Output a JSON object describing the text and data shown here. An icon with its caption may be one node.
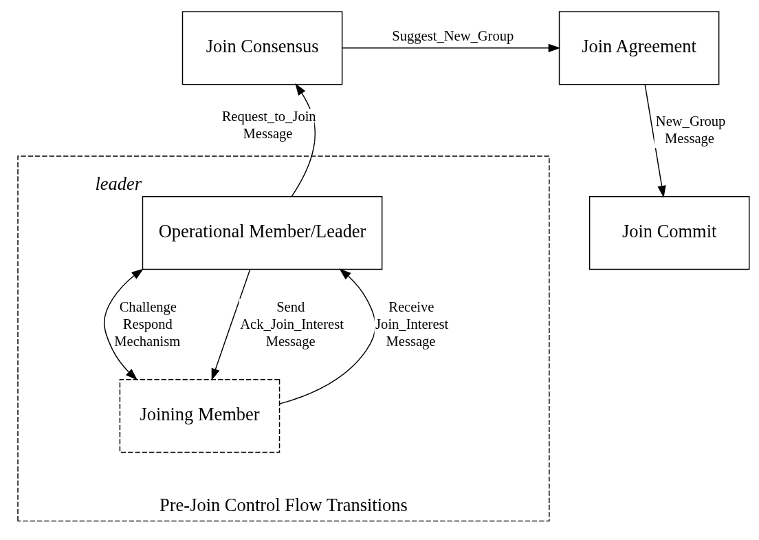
{
  "diagram": {
    "nodes": [
      {
        "text": [
          "Join Consensus"
        ]
      },
      {
        "text": [
          "Join Agreement"
        ]
      },
      {
        "text": [
          "Join Commit"
        ]
      },
      {
        "text": [
          "Pre-Join Control Flow Transitions"
        ]
      },
      {
        "text": [
          "Operational Member/Leader"
        ],
        "in": 3,
        "beside": [
          "leader"
        ]
      },
      {
        "text": [
          "Joining Member"
        ],
        "in": 3
      }
    ],
    "edges": [
      {
        "from": 0,
        "to": 1,
        "arrow": "to",
        "label": "Suggest_New_Group"
      },
      {
        "from": 1,
        "to": 2,
        "arrow": "to",
        "label": "New_Group Message"
      },
      {
        "from": 4,
        "to": 0,
        "arrow": "to",
        "label": "Request_to_Join Message"
      },
      {
        "from": 4,
        "to": 5,
        "arrow": "both",
        "label": "Challenge Respond Mechanism"
      },
      {
        "from": 5,
        "to": 4,
        "arrow": "to",
        "label": "Receive Join_Interest Message"
      },
      {
        "from": 4,
        "to": 5,
        "arrow": "to",
        "label": "Send Ack_Join_Interest Message"
      }
    ]
  }
}
